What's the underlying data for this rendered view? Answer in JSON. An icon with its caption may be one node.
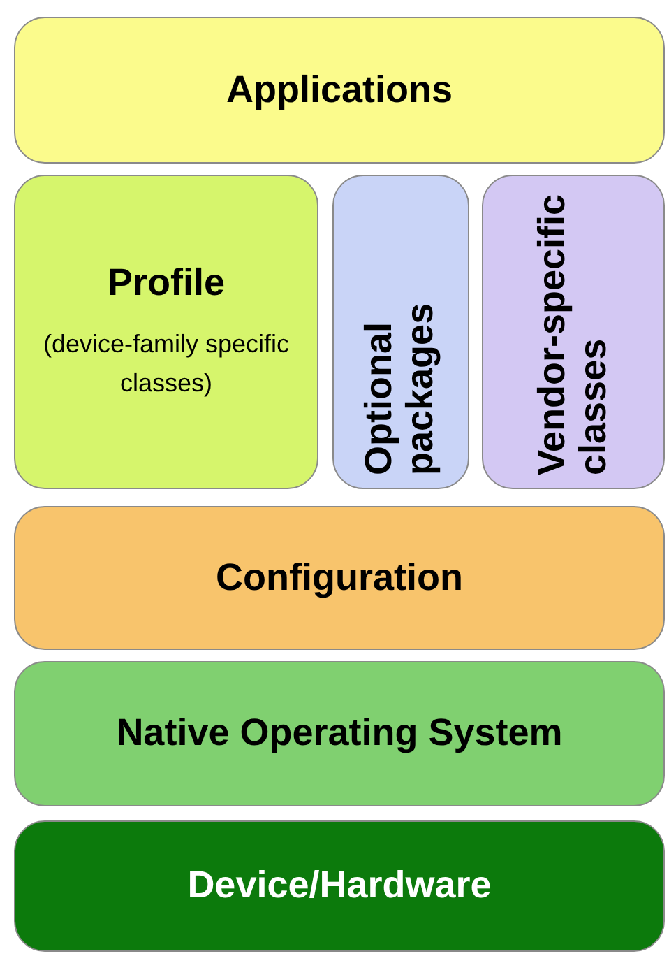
{
  "diagram": {
    "nodes": [
      {
        "text": [
          "Applications"
        ]
      },
      {
        "text": [
          "Profile",
          "(device-family specific classes)"
        ]
      },
      {
        "text": [
          "Optional packages"
        ]
      },
      {
        "text": [
          "Vendor-specific classes"
        ]
      },
      {
        "text": [
          "Configuration"
        ]
      },
      {
        "text": [
          "Native Operating System"
        ]
      },
      {
        "text": [
          "Device/Hardware"
        ]
      }
    ]
  }
}
